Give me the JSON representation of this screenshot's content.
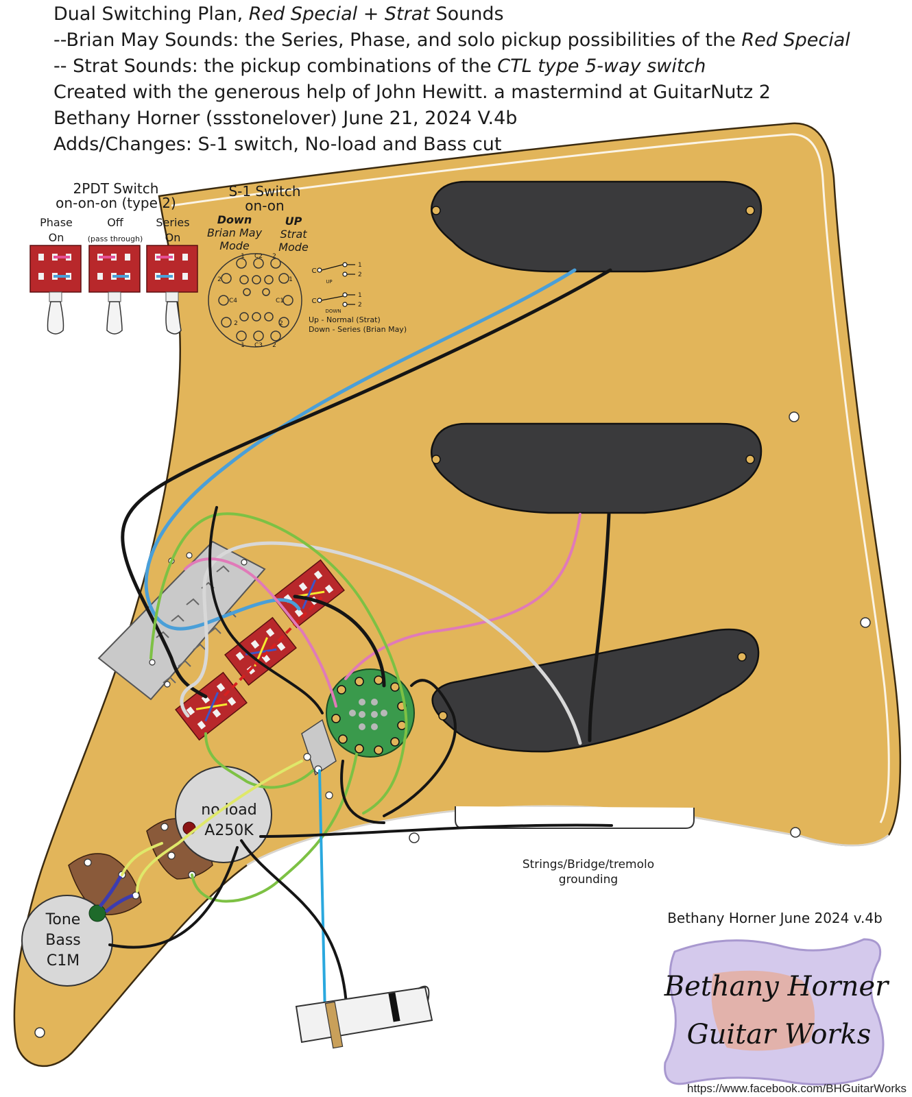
{
  "header": {
    "line1_a": "Dual Switching Plan, ",
    "line1_b": "Red Special",
    "line1_c": " + ",
    "line1_d": "Strat",
    "line1_e": " Sounds",
    "line2_a": "--Brian May Sounds: the Series, Phase, and solo pickup possibilities of the ",
    "line2_b": "Red Special",
    "line3_a": "-- Strat Sounds:  the pickup combinations of the ",
    "line3_b": "CTL type 5-way switch",
    "line4": "Created with the generous help of John Hewitt. a mastermind at GuitarNutz 2",
    "line5": "Bethany Horner (ssstonelover) June 21, 2024  V.4b",
    "line6": "Adds/Changes: S-1 switch, No-load and Bass cut"
  },
  "dpdt": {
    "title1": "2PDT Switch",
    "title2": "on-on-on (type 2)",
    "phase1": "Phase",
    "phase2": "On",
    "off1": "Off",
    "off2": "(pass through)",
    "series1": "Series",
    "series2": "On"
  },
  "s1": {
    "title1": "S-1 Switch",
    "title2": "on-on",
    "down1": "Down",
    "down2": "Brian May",
    "down3": "Mode",
    "up1": "UP",
    "up2": "Strat",
    "up3": "Mode",
    "pin_1": "1",
    "pin_2": "2",
    "pin_c1": "C1",
    "pin_c2": "C2",
    "pin_c3": "C3",
    "pin_c4": "C4",
    "sch_c": "C",
    "sch_up": "UP",
    "sch_down": "DOWN",
    "legend1": "Up - Normal (Strat)",
    "legend2": "Down - Series (Brian May)"
  },
  "pots": {
    "volume1": "no load",
    "volume2": "A250K",
    "tone1": "Tone",
    "tone2": "Bass",
    "tone3": "C1M"
  },
  "ground1": "Strings/Bridge/tremolo",
  "ground2": "grounding",
  "credit": "Bethany Horner June 2024 v.4b",
  "logo1": "Bethany Horner",
  "logo2": "Guitar Works",
  "url": "https://www.facebook.com/BHGuitarWorks",
  "colors": {
    "pickguard": "#e2b55a",
    "pickup": "#3a3a3c",
    "switch_red": "#b8282b",
    "wire_blue": "#4a9fd8",
    "wire_green": "#7dc144",
    "wire_pink": "#e07ab8",
    "wire_white": "#d8d8d8",
    "wire_black": "#151515",
    "wire_yellow": "#dfe86a",
    "s1_green": "#3a9a4c"
  }
}
